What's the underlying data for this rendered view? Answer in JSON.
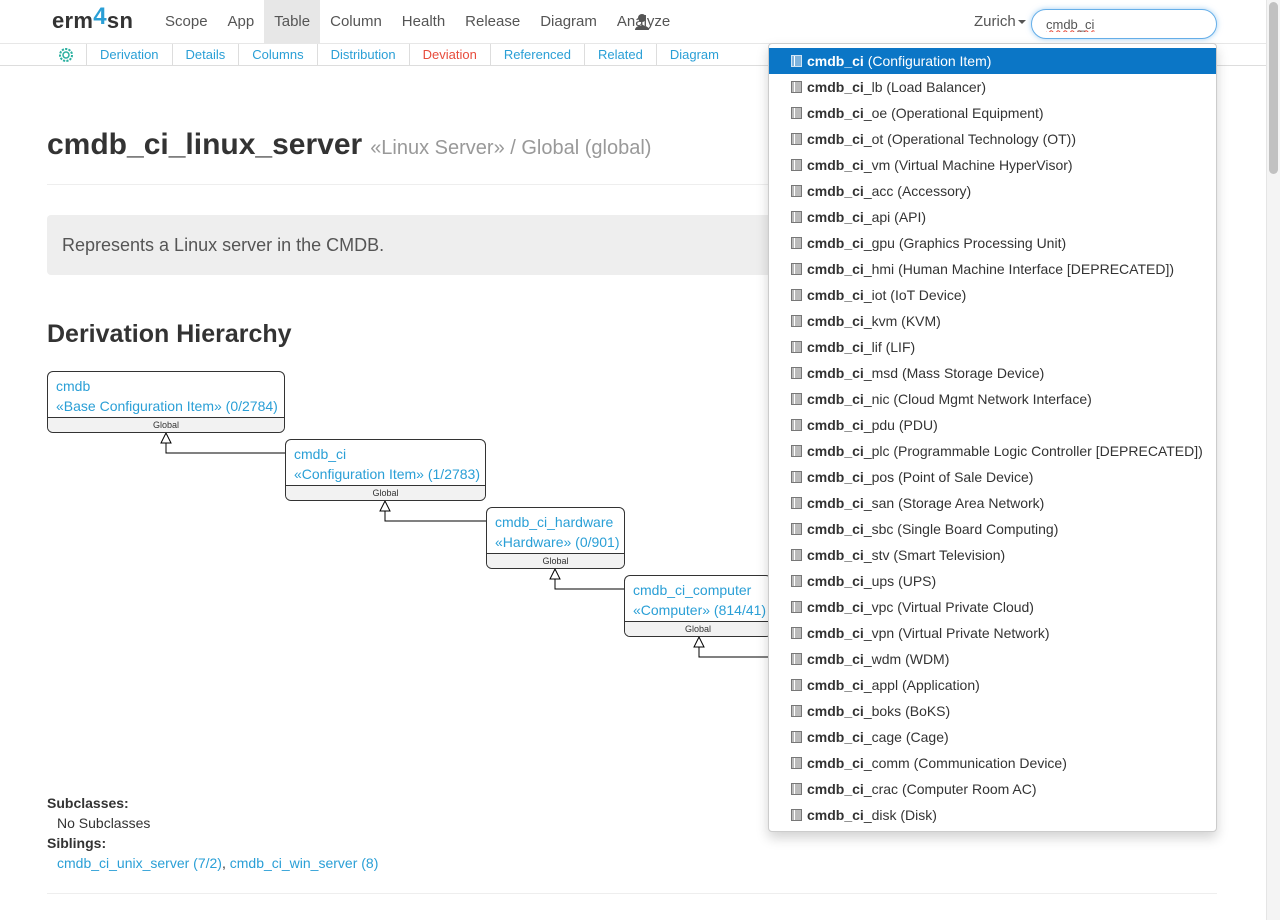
{
  "brand": {
    "prefix": "erm",
    "four": "4",
    "suffix": "sn"
  },
  "nav": {
    "items": [
      "Scope",
      "App",
      "Table",
      "Column",
      "Health",
      "Release",
      "Diagram",
      "Analyze"
    ],
    "active": "Table",
    "user_icon": "user-icon",
    "instance": "Zurich",
    "search_value": "cmdb_ci"
  },
  "subnav": {
    "icon": "settings-icon",
    "tabs": [
      "Derivation",
      "Details",
      "Columns",
      "Distribution",
      "Deviation",
      "Referenced",
      "Related",
      "Diagram"
    ],
    "warning_tab": "Deviation",
    "colors": {
      "link": "#2a9fd6",
      "warning": "#e74c3c"
    }
  },
  "page": {
    "title": "cmdb_ci_linux_server",
    "subtitle": "«Linux Server» / Global (global)",
    "description": "Represents a Linux server in the CMDB.",
    "section_heading": "Derivation Hierarchy"
  },
  "hierarchy": [
    {
      "name": "cmdb",
      "label": "«Base Configuration Item» (0/2784)",
      "scope": "Global"
    },
    {
      "name": "cmdb_ci",
      "label": "«Configuration Item» (1/2783)",
      "scope": "Global"
    },
    {
      "name": "cmdb_ci_hardware",
      "label": "«Hardware» (0/901)",
      "scope": "Global"
    },
    {
      "name": "cmdb_ci_computer",
      "label": "«Computer» (814/41)",
      "scope": "Global"
    }
  ],
  "subclasses": {
    "heading": "Subclasses:",
    "value": "No Subclasses"
  },
  "siblings": {
    "heading": "Siblings:",
    "items": [
      "cmdb_ci_unix_server (7/2)",
      "cmdb_ci_win_server (8)"
    ],
    "separator": ", "
  },
  "dropdown": {
    "match": "cmdb_ci",
    "items": [
      {
        "suffix": "",
        "label": "(Configuration Item)"
      },
      {
        "suffix": "_lb",
        "label": "(Load Balancer)"
      },
      {
        "suffix": "_oe",
        "label": "(Operational Equipment)"
      },
      {
        "suffix": "_ot",
        "label": "(Operational Technology (OT))"
      },
      {
        "suffix": "_vm",
        "label": "(Virtual Machine HyperVisor)"
      },
      {
        "suffix": "_acc",
        "label": "(Accessory)"
      },
      {
        "suffix": "_api",
        "label": "(API)"
      },
      {
        "suffix": "_gpu",
        "label": "(Graphics Processing Unit)"
      },
      {
        "suffix": "_hmi",
        "label": "(Human Machine Interface [DEPRECATED])"
      },
      {
        "suffix": "_iot",
        "label": "(IoT Device)"
      },
      {
        "suffix": "_kvm",
        "label": "(KVM)"
      },
      {
        "suffix": "_lif",
        "label": "(LIF)"
      },
      {
        "suffix": "_msd",
        "label": "(Mass Storage Device)"
      },
      {
        "suffix": "_nic",
        "label": "(Cloud Mgmt Network Interface)"
      },
      {
        "suffix": "_pdu",
        "label": "(PDU)"
      },
      {
        "suffix": "_plc",
        "label": "(Programmable Logic Controller [DEPRECATED])"
      },
      {
        "suffix": "_pos",
        "label": "(Point of Sale Device)"
      },
      {
        "suffix": "_san",
        "label": "(Storage Area Network)"
      },
      {
        "suffix": "_sbc",
        "label": "(Single Board Computing)"
      },
      {
        "suffix": "_stv",
        "label": "(Smart Television)"
      },
      {
        "suffix": "_ups",
        "label": "(UPS)"
      },
      {
        "suffix": "_vpc",
        "label": "(Virtual Private Cloud)"
      },
      {
        "suffix": "_vpn",
        "label": "(Virtual Private Network)"
      },
      {
        "suffix": "_wdm",
        "label": "(WDM)"
      },
      {
        "suffix": "_appl",
        "label": "(Application)"
      },
      {
        "suffix": "_boks",
        "label": "(BoKS)"
      },
      {
        "suffix": "_cage",
        "label": "(Cage)"
      },
      {
        "suffix": "_comm",
        "label": "(Communication Device)"
      },
      {
        "suffix": "_crac",
        "label": "(Computer Room AC)"
      },
      {
        "suffix": "_disk",
        "label": "(Disk)"
      }
    ],
    "active_index": 0,
    "item_icon": "table-icon",
    "active_color": "#0b76c6"
  }
}
